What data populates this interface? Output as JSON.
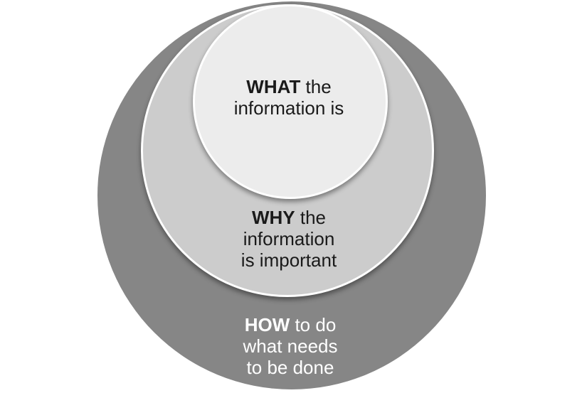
{
  "diagram": {
    "type": "nested-circles",
    "background": "#ffffff",
    "stroke_color": "#ffffff",
    "rings": [
      {
        "id": "how-ring",
        "fill": "#868686",
        "text_color": "#ffffff",
        "label": {
          "bold": "HOW",
          "after_bold": " to do",
          "line2": "what needs",
          "line3": "to be done"
        }
      },
      {
        "id": "why-ring",
        "fill": "#cccccc",
        "text_color": "#1a1a1a",
        "label": {
          "bold": "WHY",
          "after_bold": " the",
          "line2": "information",
          "line3": "is important"
        }
      },
      {
        "id": "what-ring",
        "fill": "#ececec",
        "text_color": "#1a1a1a",
        "label": {
          "bold": "WHAT",
          "after_bold": " the",
          "line2": "information is"
        }
      }
    ]
  }
}
